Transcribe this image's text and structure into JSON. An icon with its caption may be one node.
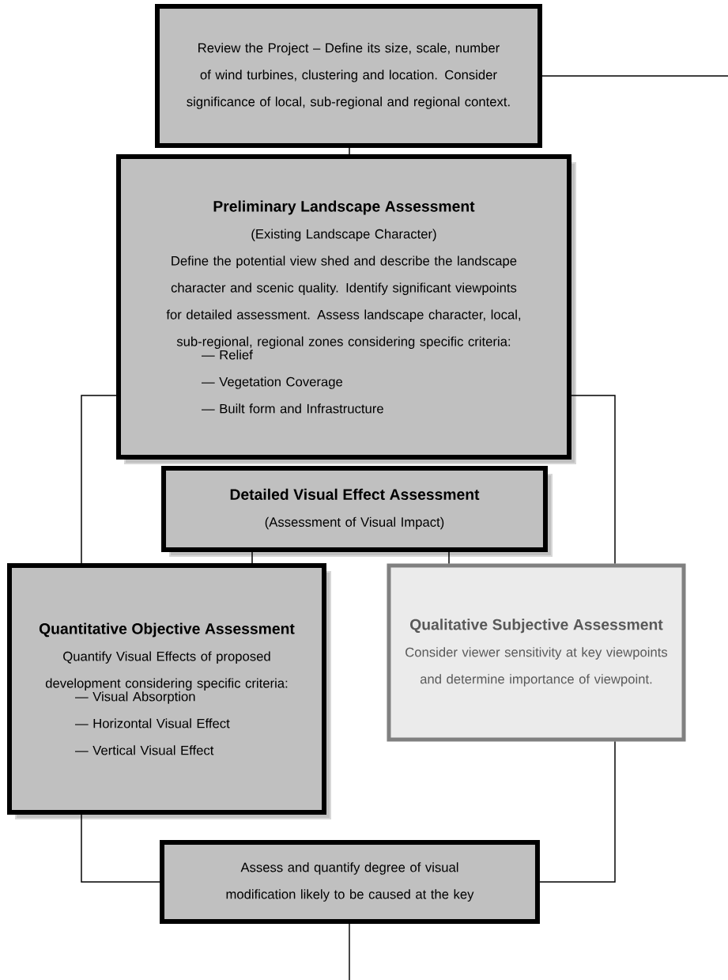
{
  "diagram": {
    "nodes": [
      {
        "text": [
          "Review the Project – Define its size, scale, number of wind turbines, clustering and location. Consider significance of local, sub-regional and regional context."
        ]
      },
      {
        "text": [
          "Preliminary Landscape Assessment",
          "(Existing Landscape Character)",
          "Define the potential view shed and describe the landscape character and scenic quality. Identify significant viewpoints for detailed assessment. Assess landscape character, local, sub-regional, regional zones considering specific criteria:",
          "— Relief",
          "— Vegetation Coverage",
          "— Built form and Infrastructure"
        ]
      },
      {
        "text": [
          "Detailed Visual Effect Assessment",
          "(Assessment of Visual Impact)"
        ]
      },
      {
        "text": [
          "Quantitative Objective Assessment",
          "Quantify Visual Effects of proposed development considering specific criteria:",
          "— Visual Absorption",
          "— Horizontal Visual Effect",
          "— Vertical Visual Effect"
        ]
      },
      {
        "text": [
          "Qualitative Subjective Assessment",
          "Consider viewer sensitivity at key viewpoints and determine importance of viewpoint."
        ]
      },
      {
        "text": [
          "Assess and quantify degree of visual modification likely to be caused at the key"
        ]
      }
    ],
    "edges": [
      {
        "from": 0,
        "to": null,
        "arrow": "none"
      },
      {
        "from": 0,
        "to": 1,
        "arrow": "none"
      },
      {
        "from": 1,
        "to": 3,
        "arrow": "none"
      },
      {
        "from": 1,
        "to": 4,
        "arrow": "none"
      },
      {
        "from": 2,
        "to": 3,
        "arrow": "none"
      },
      {
        "from": 2,
        "to": 4,
        "arrow": "none"
      },
      {
        "from": 3,
        "to": 5,
        "arrow": "none"
      },
      {
        "from": 4,
        "to": 5,
        "arrow": "none"
      },
      {
        "from": 5,
        "to": null,
        "arrow": "none"
      }
    ]
  }
}
